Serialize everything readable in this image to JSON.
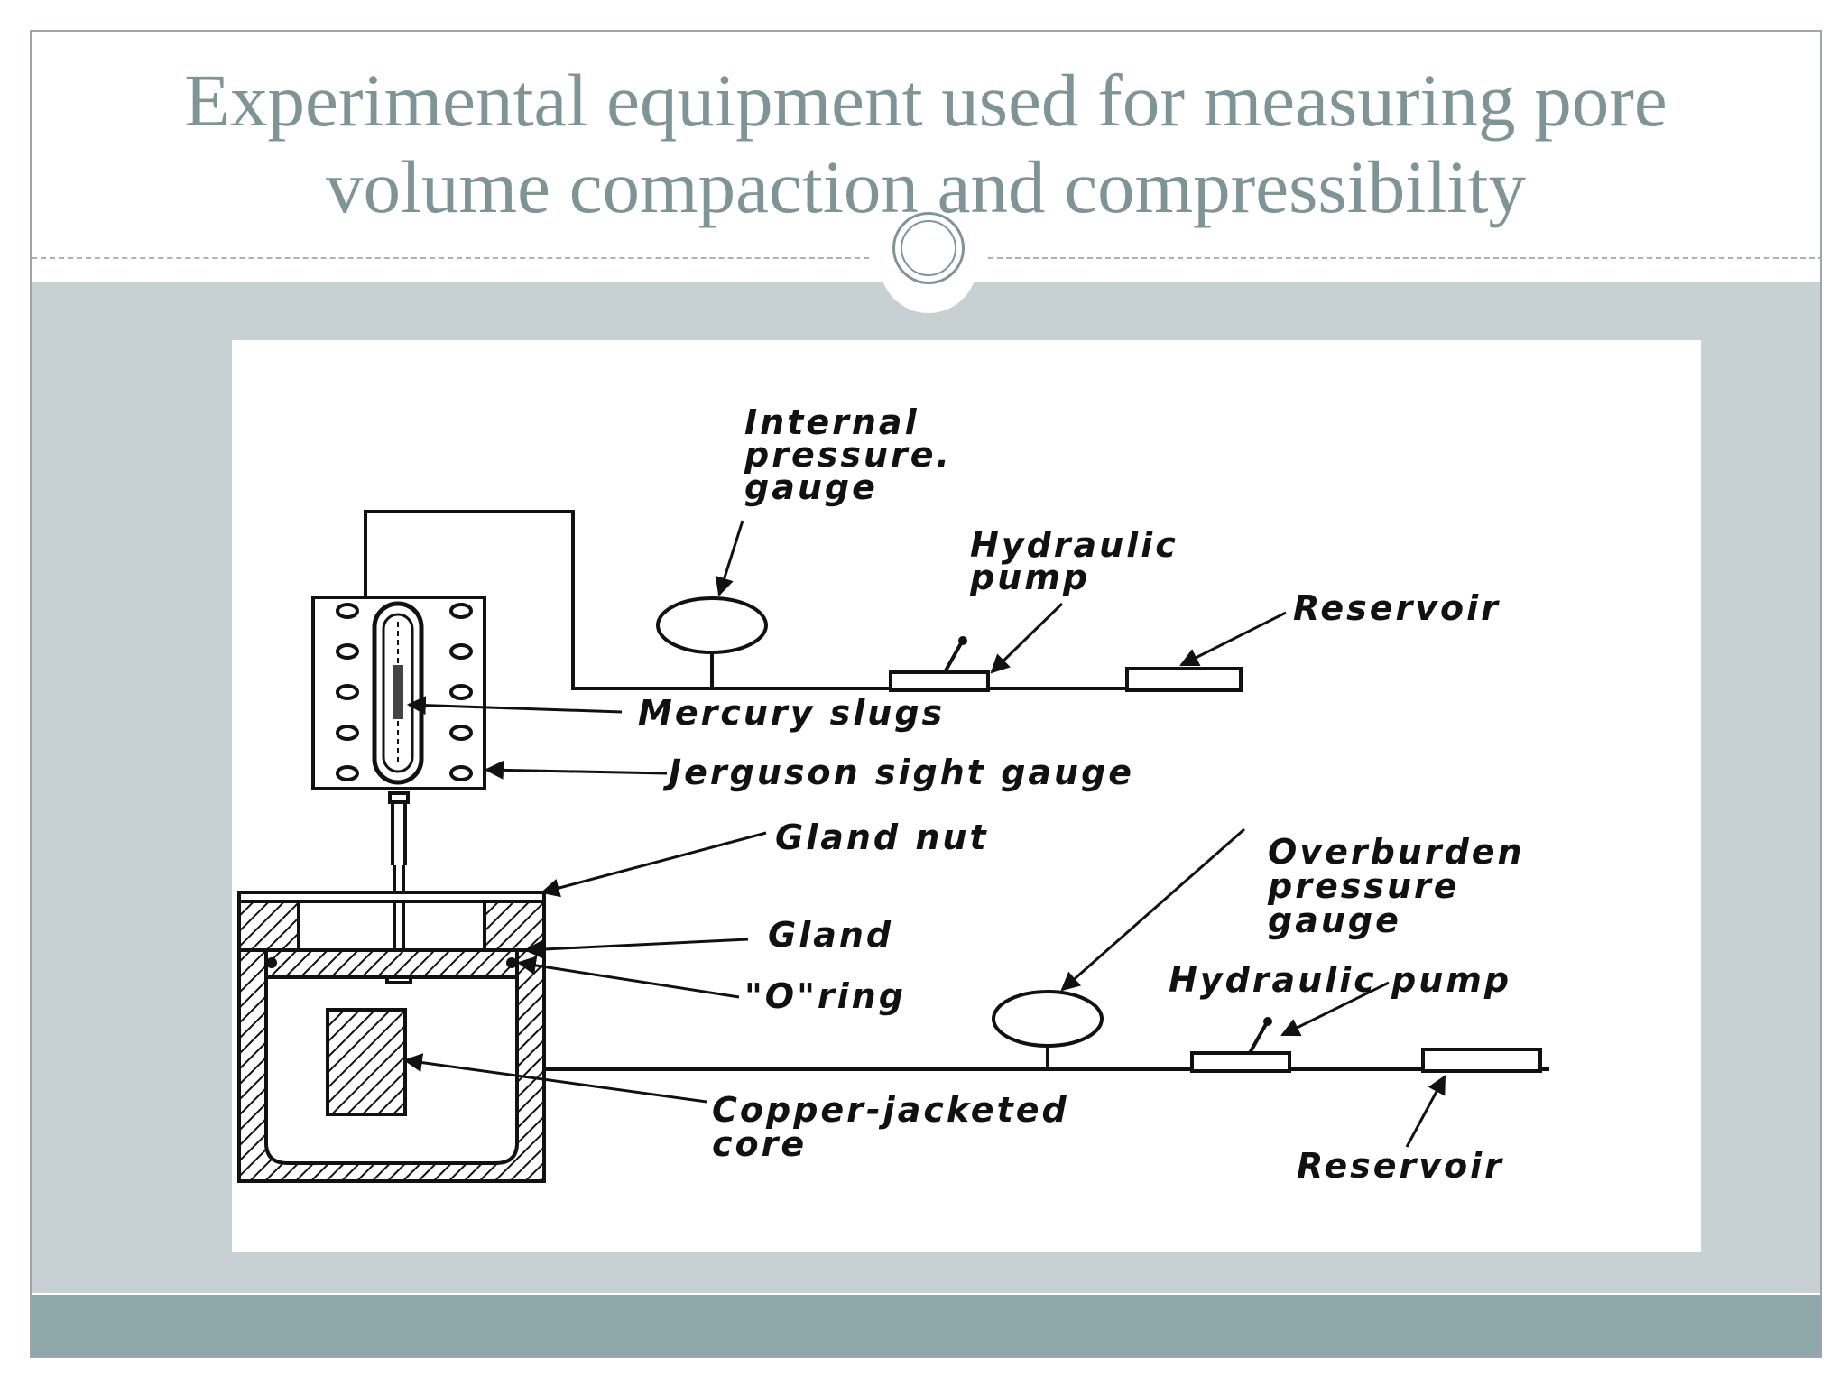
{
  "slide": {
    "title_line1": "Experimental equipment used for measuring pore",
    "title_line2": "volume compaction and compressibility",
    "colors": {
      "title": "#7f9497",
      "content_band": "#c7d1d4",
      "bottom_band": "#8fa9ab",
      "frame": "#9aa7ab"
    }
  },
  "diagram": {
    "labels": {
      "internal_gauge": [
        "Internal",
        "pressure.",
        "gauge"
      ],
      "hydraulic_pump_top": [
        "Hydraulic",
        "pump"
      ],
      "reservoir_top": "Reservoir",
      "mercury_slugs": "Mercury slugs",
      "jerguson": "Jerguson sight gauge",
      "gland_nut": "Gland nut",
      "overburden": [
        "Overburden",
        "pressure",
        "gauge"
      ],
      "gland": "Gland",
      "o_ring": "\"O\"ring",
      "hydraulic_pump_bottom": "Hydraulic pump",
      "copper_core": [
        "Copper-jacketed",
        "core"
      ],
      "reservoir_bottom": "Reservoir"
    }
  }
}
